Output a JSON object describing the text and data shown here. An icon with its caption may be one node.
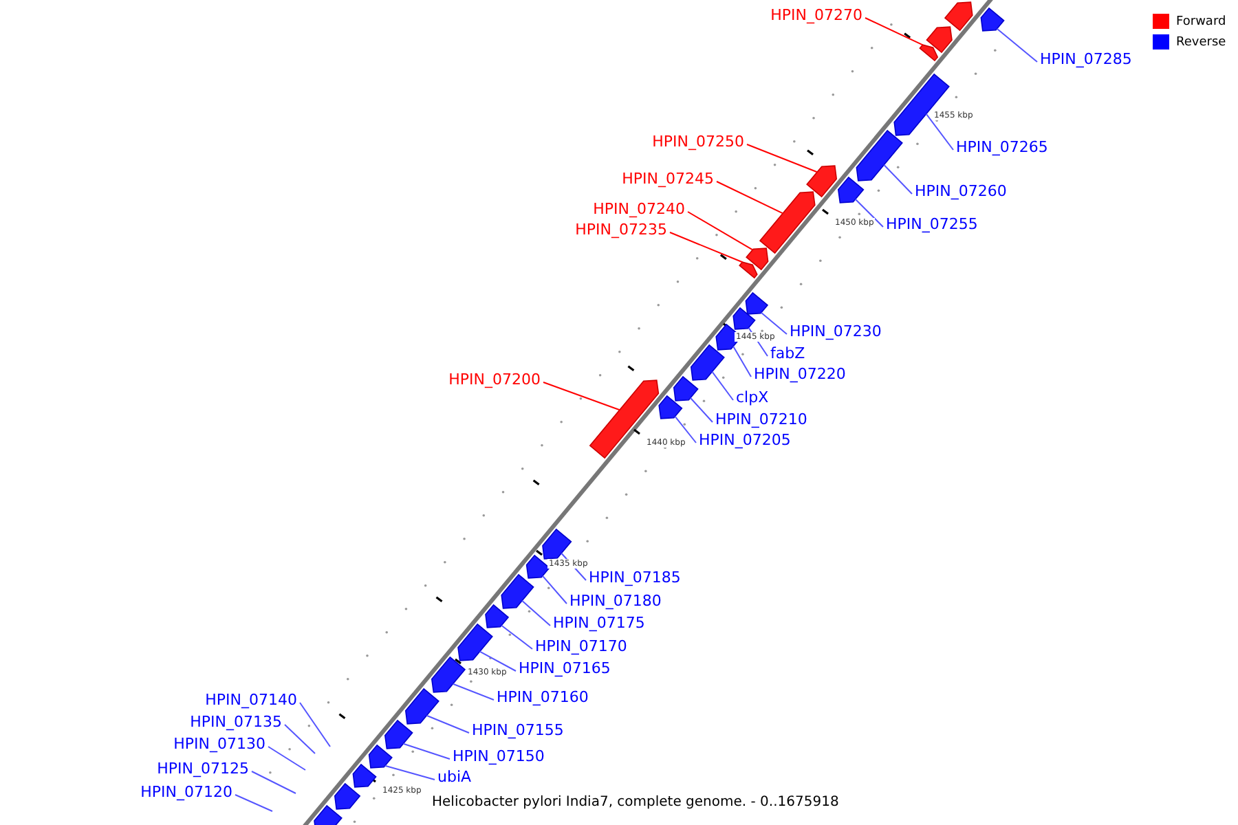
{
  "diagram": {
    "caption": "Helicobacter pylori India7, complete genome. - 0..1675918",
    "nodes": [
      {
        "text": [
          "HPIN_07270"
        ]
      },
      {
        "text": [
          "HPIN_07285"
        ]
      },
      {
        "text": [
          "HPIN_07250"
        ]
      },
      {
        "text": [
          "HPIN_07265"
        ]
      },
      {
        "text": [
          "HPIN_07245"
        ]
      },
      {
        "text": [
          "HPIN_07260"
        ]
      },
      {
        "text": [
          "HPIN_07240"
        ]
      },
      {
        "text": [
          "HPIN_07255"
        ]
      },
      {
        "text": [
          "HPIN_07235"
        ]
      },
      {
        "text": [
          "HPIN_07230"
        ]
      },
      {
        "text": [
          "fabZ"
        ]
      },
      {
        "text": [
          "HPIN_07220"
        ]
      },
      {
        "text": [
          "HPIN_07200"
        ]
      },
      {
        "text": [
          "clpX"
        ]
      },
      {
        "text": [
          "HPIN_07210"
        ]
      },
      {
        "text": [
          "HPIN_07205"
        ]
      },
      {
        "text": [
          "HPIN_07185"
        ]
      },
      {
        "text": [
          "HPIN_07180"
        ]
      },
      {
        "text": [
          "HPIN_07175"
        ]
      },
      {
        "text": [
          "HPIN_07170"
        ]
      },
      {
        "text": [
          "HPIN_07165"
        ]
      },
      {
        "text": [
          "HPIN_07160"
        ]
      },
      {
        "text": [
          "HPIN_07140"
        ]
      },
      {
        "text": [
          "HPIN_07135"
        ]
      },
      {
        "text": [
          "HPIN_07155"
        ]
      },
      {
        "text": [
          "HPIN_07130"
        ]
      },
      {
        "text": [
          "HPIN_07150"
        ]
      },
      {
        "text": [
          "HPIN_07125"
        ]
      },
      {
        "text": [
          "ubiA"
        ]
      },
      {
        "text": [
          "HPIN_07120"
        ]
      },
      {
        "text": [],
        "shape": "box"
      },
      {
        "text": [],
        "shape": "box"
      },
      {
        "text": [],
        "shape": "box"
      },
      {
        "text": [],
        "shape": "box"
      },
      {
        "text": [],
        "shape": "box"
      },
      {
        "text": [],
        "shape": "box"
      },
      {
        "text": [],
        "shape": "box"
      },
      {
        "text": [],
        "shape": "box"
      },
      {
        "text": [],
        "shape": "box"
      },
      {
        "text": [],
        "shape": "box"
      },
      {
        "text": [],
        "shape": "box"
      },
      {
        "text": [],
        "shape": "box"
      },
      {
        "text": [],
        "shape": "box"
      },
      {
        "text": [],
        "shape": "box"
      },
      {
        "text": [],
        "shape": "box"
      },
      {
        "text": [],
        "shape": "box"
      },
      {
        "text": [],
        "shape": "box"
      },
      {
        "text": [],
        "shape": "box"
      },
      {
        "text": [],
        "shape": "box"
      },
      {
        "text": [],
        "shape": "box"
      },
      {
        "text": [],
        "shape": "box"
      },
      {
        "text": [],
        "shape": "box"
      },
      {
        "text": [],
        "shape": "box"
      },
      {
        "text": [],
        "shape": "box"
      },
      {
        "text": [],
        "shape": "box"
      },
      {
        "text": [],
        "shape": "box"
      },
      {
        "text": [],
        "shape": "box"
      },
      {
        "text": [],
        "shape": "box"
      },
      {
        "text": [],
        "shape": "box"
      },
      {
        "text": [],
        "shape": "box"
      }
    ],
    "edges": [
      {
        "from": 0,
        "to": 33,
        "arrow": "none",
        "color": "#ff0000"
      },
      {
        "from": 1,
        "to": 30,
        "arrow": "none"
      },
      {
        "from": 2,
        "to": 36,
        "arrow": "none",
        "color": "#ff0000"
      },
      {
        "from": 3,
        "to": 34,
        "arrow": "none"
      },
      {
        "from": 4,
        "to": 38,
        "arrow": "none",
        "color": "#ff0000"
      },
      {
        "from": 5,
        "to": 35,
        "arrow": "none"
      },
      {
        "from": 6,
        "to": 39,
        "arrow": "none",
        "color": "#ff0000"
      },
      {
        "from": 7,
        "to": 37,
        "arrow": "none"
      },
      {
        "from": 8,
        "to": 40,
        "arrow": "none",
        "color": "#ff0000"
      },
      {
        "from": 9,
        "to": 41,
        "arrow": "none"
      },
      {
        "from": 10,
        "to": 42,
        "arrow": "none"
      },
      {
        "from": 11,
        "to": 43,
        "arrow": "none"
      },
      {
        "from": 12,
        "to": 46,
        "arrow": "none",
        "color": "#ff0000"
      },
      {
        "from": 13,
        "to": 44,
        "arrow": "none"
      },
      {
        "from": 14,
        "to": 45,
        "arrow": "none"
      },
      {
        "from": 15,
        "to": 47,
        "arrow": "none"
      },
      {
        "from": 16,
        "to": 48,
        "arrow": "none"
      },
      {
        "from": 17,
        "to": 49,
        "arrow": "none"
      },
      {
        "from": 18,
        "to": 50,
        "arrow": "none"
      },
      {
        "from": 19,
        "to": 51,
        "arrow": "none"
      },
      {
        "from": 20,
        "to": 52,
        "arrow": "none"
      },
      {
        "from": 21,
        "to": 53,
        "arrow": "none"
      },
      {
        "from": 22,
        "to": null,
        "arrow": "none"
      },
      {
        "from": 23,
        "to": null,
        "arrow": "none"
      },
      {
        "from": 24,
        "to": 54,
        "arrow": "none"
      },
      {
        "from": 25,
        "to": null,
        "arrow": "none"
      },
      {
        "from": 26,
        "to": 55,
        "arrow": "none"
      },
      {
        "from": 27,
        "to": null,
        "arrow": "none"
      },
      {
        "from": 28,
        "to": 56,
        "arrow": "none"
      },
      {
        "from": 29,
        "to": null,
        "arrow": "none"
      }
    ],
    "labels": [
      "1455 kbp",
      "1450 kbp",
      "1445 kbp",
      "1440 kbp",
      "1435 kbp",
      "1430 kbp",
      "1425 kbp"
    ],
    "legend": [
      {
        "text": "Forward",
        "color": "#ff0000"
      },
      {
        "text": "Reverse",
        "color": "#0000ff"
      }
    ]
  }
}
